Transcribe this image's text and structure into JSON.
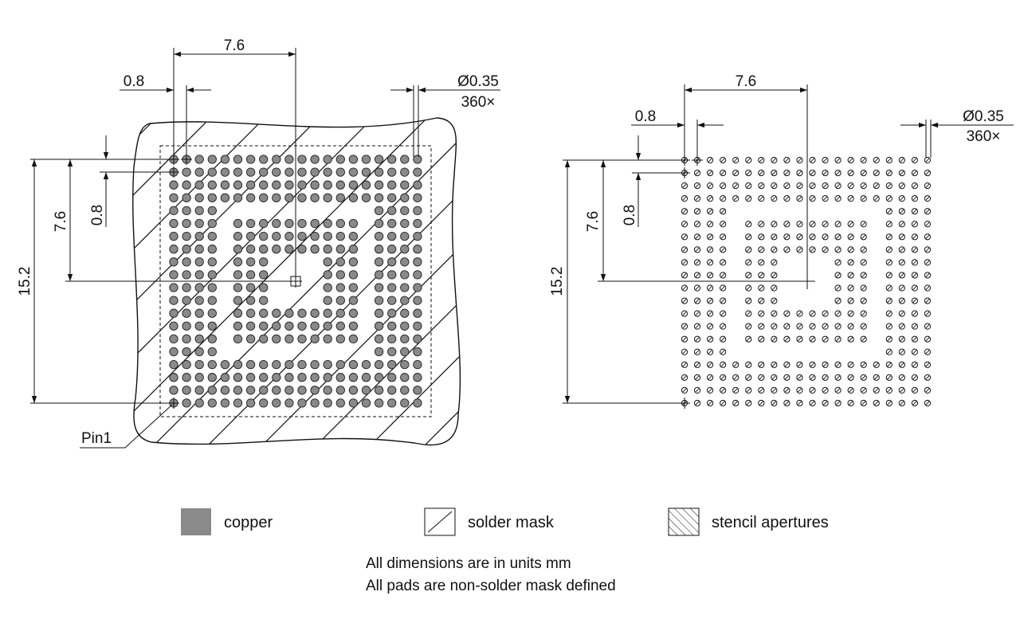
{
  "left_view": {
    "pitch_label": "7.6",
    "small_pitch_label": "0.8",
    "diameter_label": "Ø0.35",
    "count_label": "360×",
    "vertical_small_label": "0.8",
    "vertical_pitch_label": "7.6",
    "vertical_total_label": "15.2",
    "pin1_label": "Pin1"
  },
  "right_view": {
    "pitch_label": "7.6",
    "small_pitch_label": "0.8",
    "diameter_label": "Ø0.35",
    "count_label": "360×",
    "vertical_small_label": "0.8",
    "vertical_pitch_label": "7.6",
    "vertical_total_label": "15.2"
  },
  "legend": {
    "copper": "copper",
    "solder_mask": "solder mask",
    "stencil_apertures": "stencil apertures",
    "copper_color": "#8a8a8a"
  },
  "notes": {
    "line1": "All dimensions are in units mm",
    "line2": "All pads are non-solder mask defined"
  }
}
